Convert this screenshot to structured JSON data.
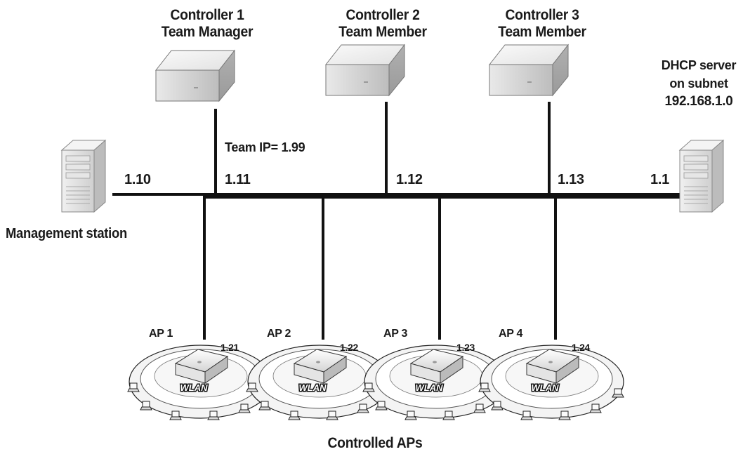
{
  "controllers": [
    {
      "name": "Controller 1",
      "role": "Team Manager",
      "ip": "1.11"
    },
    {
      "name": "Controller 2",
      "role": "Team Member",
      "ip": "1.12"
    },
    {
      "name": "Controller 3",
      "role": "Team Member",
      "ip": "1.13"
    }
  ],
  "team_ip": "Team IP= 1.99",
  "management_station": {
    "label": "Management station",
    "ip": "1.10"
  },
  "dhcp_server": {
    "line1": "DHCP server",
    "line2": "on subnet",
    "line3": "192.168.1.0",
    "ip": "1.1"
  },
  "aps": [
    {
      "name": "AP 1",
      "ip": "1.21",
      "wlan": "WLAN"
    },
    {
      "name": "AP 2",
      "ip": "1.22",
      "wlan": "WLAN"
    },
    {
      "name": "AP 3",
      "ip": "1.23",
      "wlan": "WLAN"
    },
    {
      "name": "AP 4",
      "ip": "1.24",
      "wlan": "WLAN"
    }
  ],
  "caption": "Controlled APs",
  "colors": {
    "line": "#111111",
    "box_top": "#f2f2f2",
    "box_front": "#d8d8d8",
    "box_side": "#b9b9b9"
  }
}
